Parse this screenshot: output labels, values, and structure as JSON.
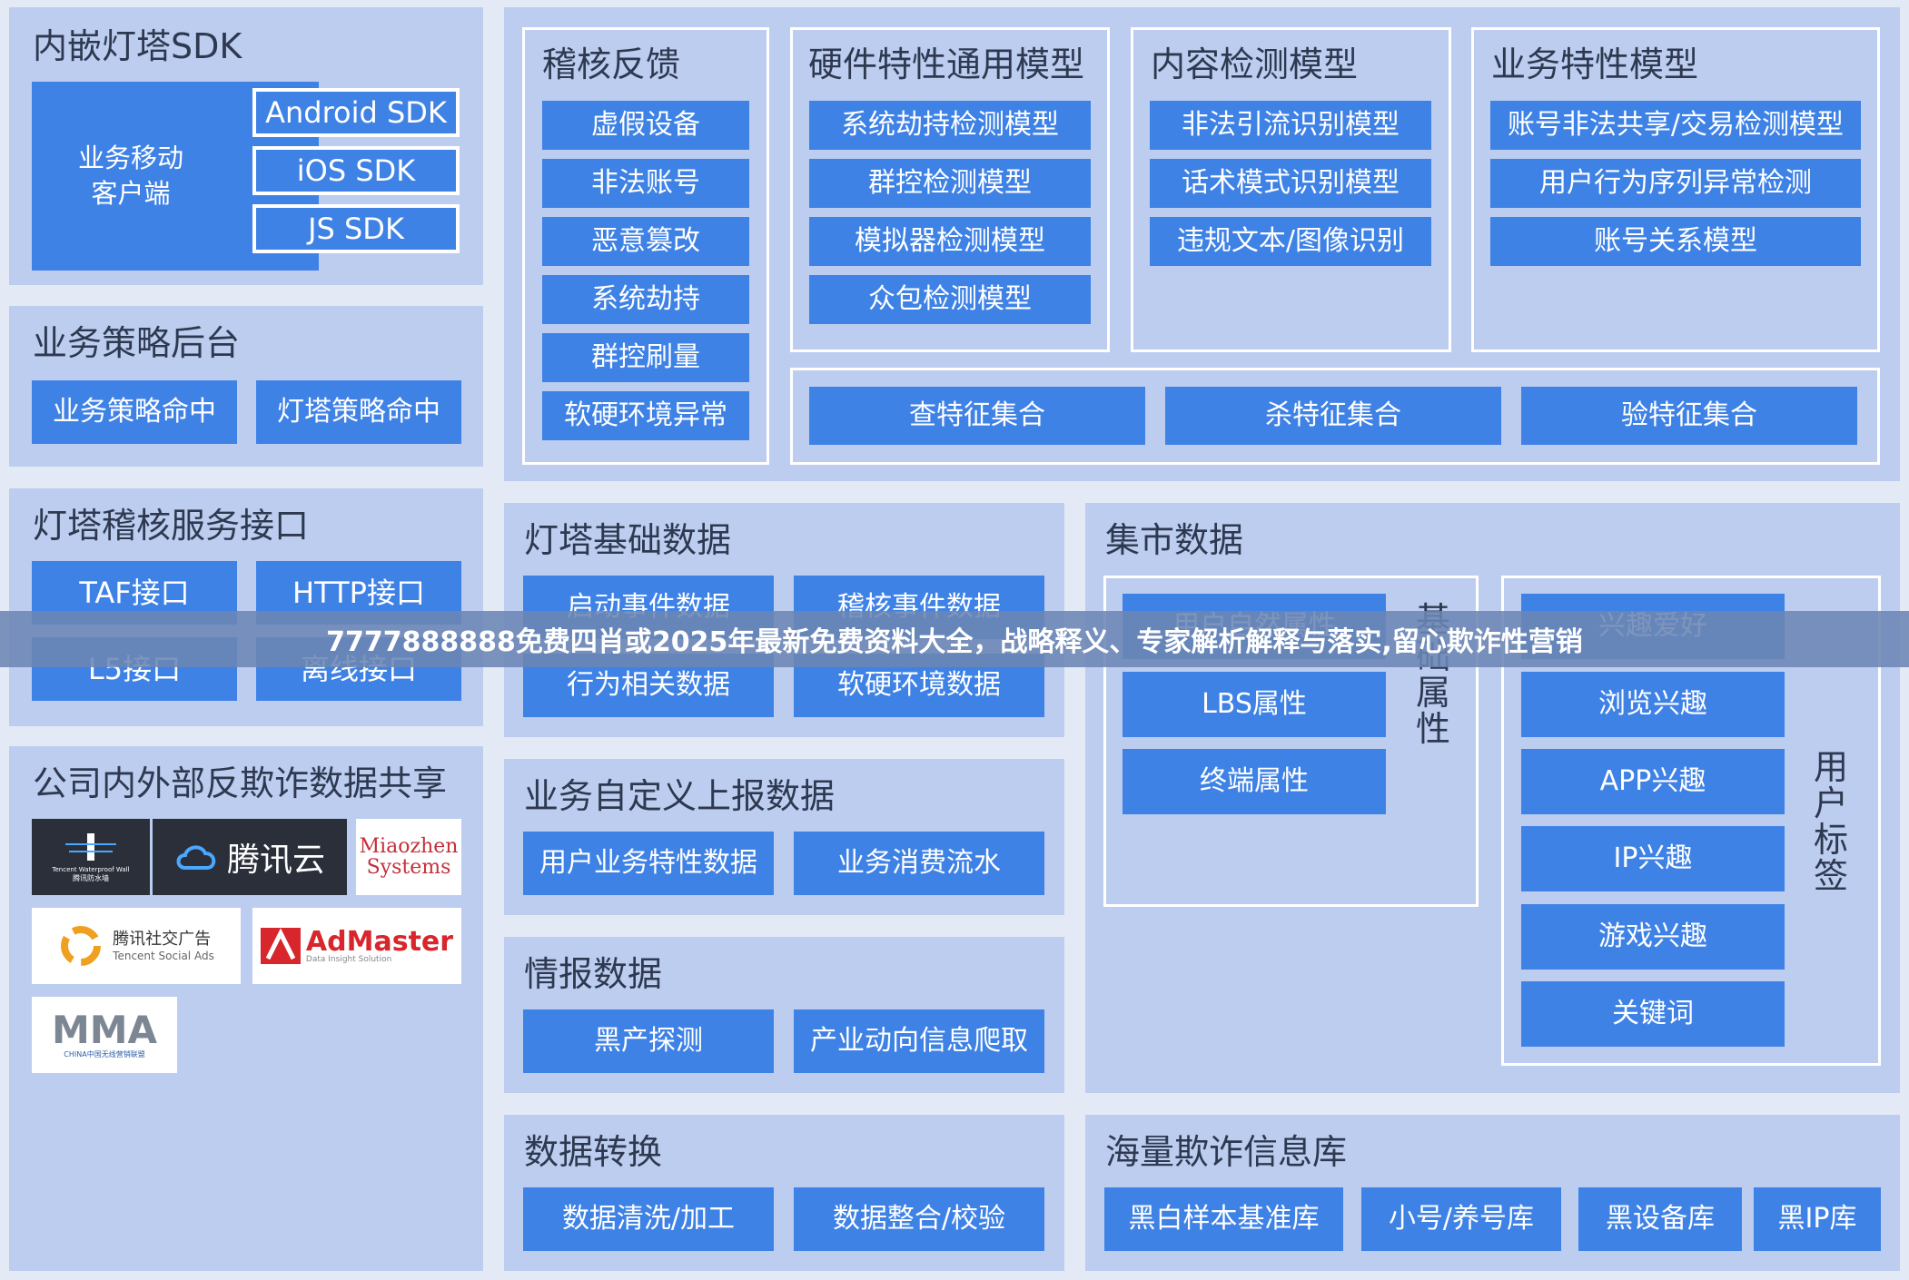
{
  "sdk": {
    "title": "内嵌灯塔SDK",
    "client_line1": "业务移动",
    "client_line2": "客户端",
    "items": [
      "Android SDK",
      "iOS SDK",
      "JS SDK"
    ]
  },
  "strategy": {
    "title": "业务策略后台",
    "items": [
      "业务策略命中",
      "灯塔策略命中"
    ]
  },
  "service": {
    "title": "灯塔稽核服务接口",
    "items": [
      "TAF接口",
      "HTTP接口",
      "L5接口",
      "离线接口"
    ]
  },
  "share": {
    "title": "公司内外部反欺诈数据共享",
    "logos": {
      "waterproof_line1": "Tencent Waterproof Wall",
      "waterproof_line2": "腾讯防水墙",
      "tencent_cloud": "腾讯云",
      "miaozhen_line1": "Miaozhen",
      "miaozhen_line2": "Systems",
      "social_ads_line1": "腾讯社交广告",
      "social_ads_line2": "Tencent Social Ads",
      "admaster": "AdMaster",
      "admaster_tagline": "Data Insight Solution",
      "mma": "MMA",
      "mma_sub": "CHINA中国无线营销联盟"
    }
  },
  "audit": {
    "title": "稽核反馈",
    "items": [
      "虚假设备",
      "非法账号",
      "恶意篡改",
      "系统劫持",
      "群控刷量",
      "软硬环境异常"
    ]
  },
  "hardware": {
    "title": "硬件特性通用模型",
    "items": [
      "系统劫持检测模型",
      "群控检测模型",
      "模拟器检测模型",
      "众包检测模型"
    ]
  },
  "content": {
    "title": "内容检测模型",
    "items": [
      "非法引流识别模型",
      "话术模式识别模型",
      "违规文本/图像识别"
    ]
  },
  "business": {
    "title": "业务特性模型",
    "items": [
      "账号非法共享/交易检测模型",
      "用户行为序列异常检测",
      "账号关系模型"
    ]
  },
  "features": {
    "items": [
      "查特征集合",
      "杀特征集合",
      "验特征集合"
    ]
  },
  "base_data": {
    "title": "灯塔基础数据",
    "items": [
      "启动事件数据",
      "稽核事件数据",
      "行为相关数据",
      "软硬环境数据"
    ]
  },
  "custom": {
    "title": "业务自定义上报数据",
    "items": [
      "用户业务特性数据",
      "业务消费流水"
    ]
  },
  "intel": {
    "title": "情报数据",
    "items": [
      "黑产探测",
      "产业动向信息爬取"
    ]
  },
  "convert": {
    "title": "数据转换",
    "items": [
      "数据清洗/加工",
      "数据整合/校验"
    ]
  },
  "market": {
    "title": "集市数据",
    "basic_label": "基础属性",
    "basic_items": [
      "用户自然属性",
      "LBS属性",
      "终端属性"
    ],
    "user_label": "用户标签",
    "user_items": [
      "兴趣爱好",
      "浏览兴趣",
      "APP兴趣",
      "IP兴趣",
      "游戏兴趣",
      "关键词"
    ]
  },
  "fraud": {
    "title": "海量欺诈信息库",
    "items": [
      "黑白样本基准库",
      "小号/养号库",
      "黑设备库",
      "黑IP库"
    ]
  },
  "overlay": {
    "text": "7777888888免费四肖或2025年最新免费资料大全，战略释义、专家解析解释与落实,留心欺诈性营销"
  },
  "colors": {
    "panel": "#bccdf0",
    "button": "#3f82e6",
    "background": "#e4e9f6",
    "overlay": "#6c86b4"
  }
}
